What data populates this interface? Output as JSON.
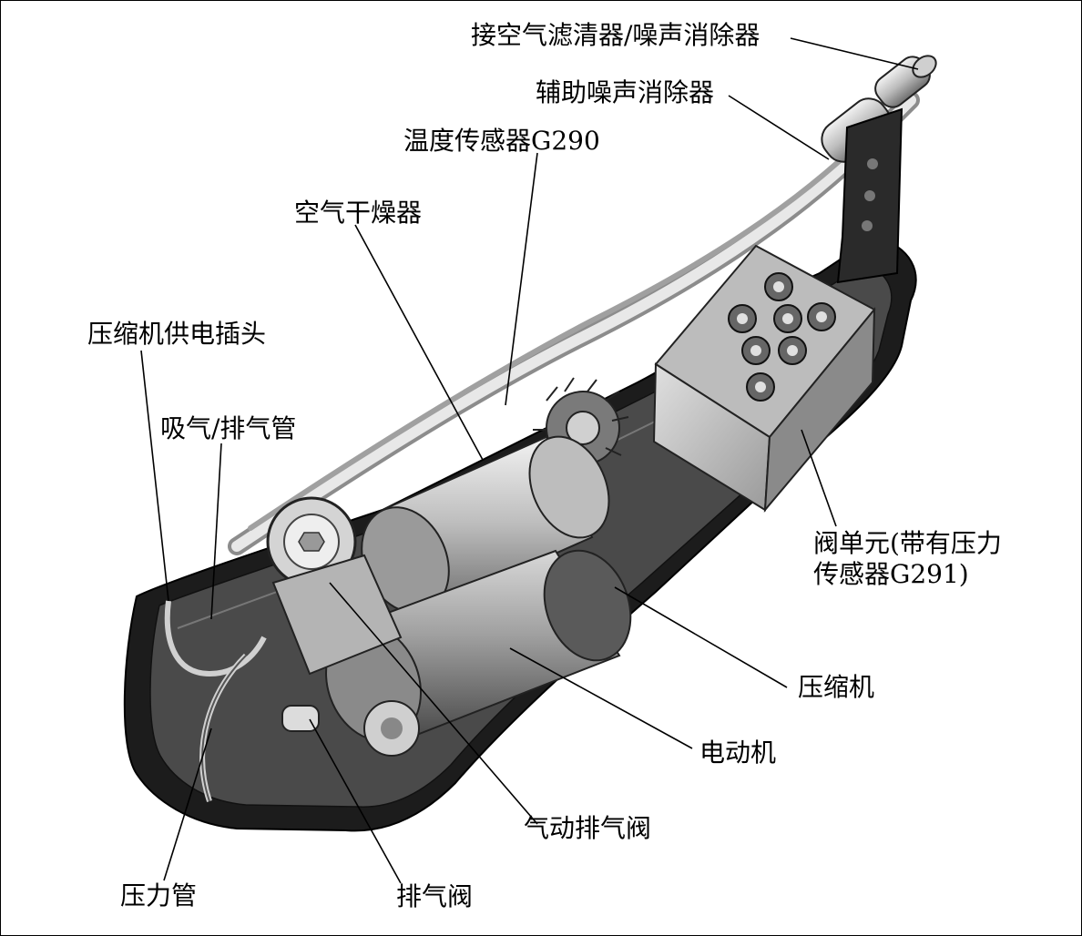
{
  "labels": {
    "air_filter": "接空气滤清器/噪声消除器",
    "aux_silencer": "辅助噪声消除器",
    "temp_sensor": "温度传感器G290",
    "air_dryer": "空气干燥器",
    "power_plug": "压缩机供电插头",
    "intake_exhaust_pipe": "吸气/排气管",
    "valve_unit": "阀单元(带有压力传感器G291)",
    "compressor": "压缩机",
    "electric_motor": "电动机",
    "pneumatic_exhaust_valve": "气动排气阀",
    "pressure_pipe": "压力管",
    "exhaust_valve": "排气阀"
  },
  "colors": {
    "line": "#000000",
    "body_light": "#d9d9d9",
    "body_mid": "#a8a8a8",
    "body_dark": "#3a3a3a",
    "base": "#1a1a1a"
  }
}
